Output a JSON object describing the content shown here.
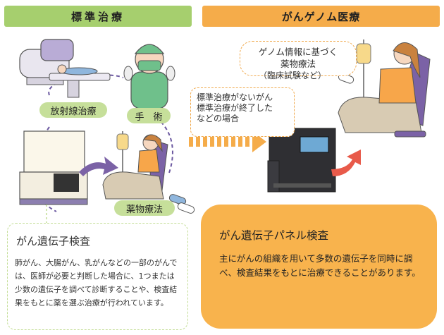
{
  "headers": {
    "standard": "標準治療",
    "genome": "がんゲノム医療"
  },
  "labels": {
    "radiation": "放射線治療",
    "surgery": "手　術",
    "drug": "薬物療法"
  },
  "genome_treatment": {
    "title_line1": "ゲノム情報に基づく",
    "title_line2": "薬物療法",
    "note": "（臨床試験など）"
  },
  "condition": {
    "line1": "標準治療がないがん",
    "line2": "標準治療が終了した",
    "line3": "などの場合"
  },
  "gene_test": {
    "title": "がん遺伝子検査",
    "body": "肺がん、大腸がん、乳がんなどの一部のがんでは、医師が必要と判断した場合に、1つまたは少数の遺伝子を調べて診断することや、検査結果をもとに薬を選ぶ治療が行われています。"
  },
  "panel_test": {
    "title": "がん遺伝子パネル検査",
    "body": "主にがんの組織を用いて多数の遺伝子を同時に調べ、検査結果をもとに治療できることがあります。"
  },
  "colors": {
    "green": "#a6cf6e",
    "light_green": "#c6df9a",
    "orange": "#f5ac4a",
    "purple": "#7b62a6"
  }
}
